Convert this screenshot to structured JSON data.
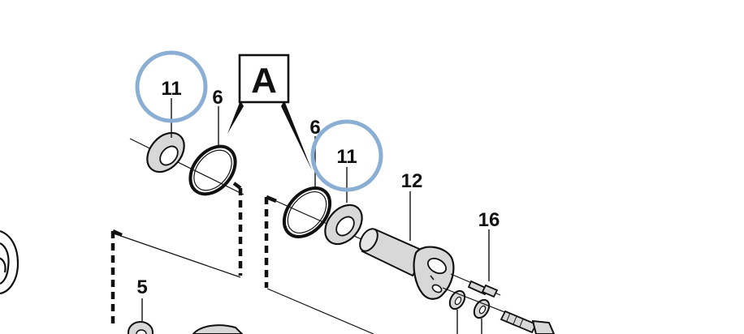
{
  "callouts": {
    "box_letter": "A",
    "label_11_left": "11",
    "label_6_left": "6",
    "label_6_mid": "6",
    "label_11_mid": "11",
    "label_12": "12",
    "label_16": "16",
    "label_5": "5"
  },
  "highlight": {
    "circle_color": "#8aaed4",
    "marked_part": "11"
  }
}
